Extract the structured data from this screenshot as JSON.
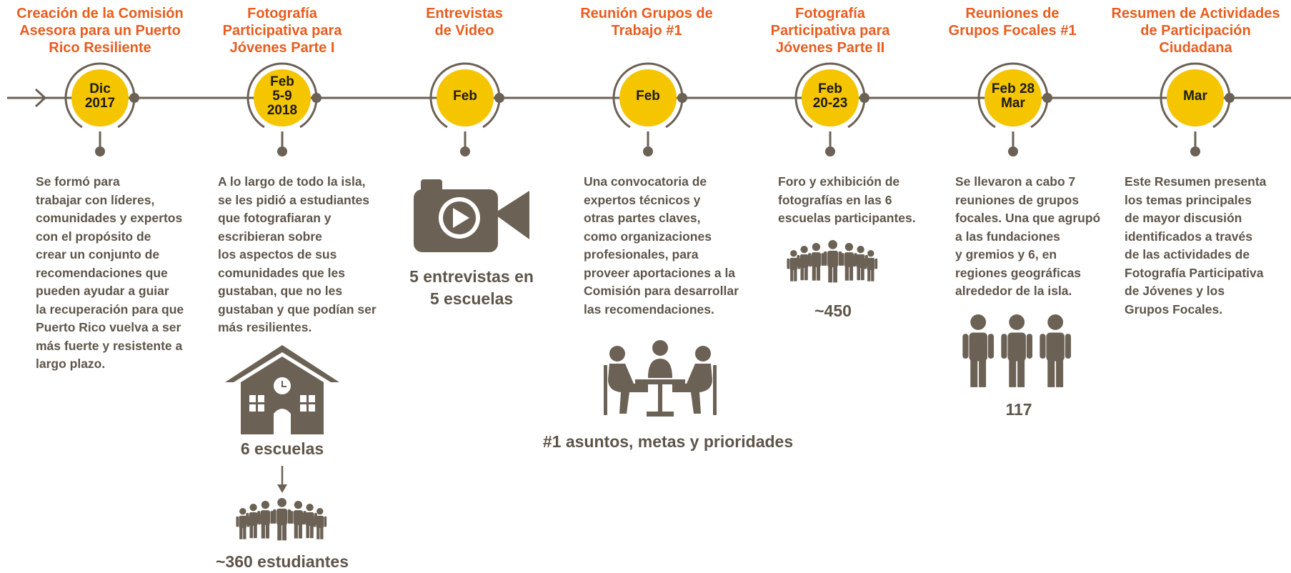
{
  "colors": {
    "accent": "#e85d1f",
    "circle": "#f5c500",
    "line": "#6b6155",
    "text": "#5e554a"
  },
  "events": [
    {
      "title": "Creación de la Comisión\nAsesora para un Puerto\nRico Resiliente",
      "date": "Dic\n2017",
      "description": "Se formó para\ntrabajar con líderes,\ncomunidades y expertos\ncon el propósito de\ncrear un conjunto de\nrecomendaciones que\npueden ayudar a guiar\nla recuperación para que\nPuerto Rico vuelva a ser\nmás fuerte y resistente a\nlargo plazo."
    },
    {
      "title": "Fotografía\nParticipativa para\nJóvenes Parte I",
      "date": "Feb\n5-9\n2018",
      "description": "A lo largo de todo la isla,\nse les pidió a estudiantes\nque fotografiaran y\nescribieran sobre\nlos aspectos de sus\ncomunidades que les\ngustaban, que no les\ngustaban y que podían ser\nmás resilientes.",
      "stat1": "6 escuelas",
      "stat2": "~360 estudiantes",
      "icon1": "school-icon",
      "icon2": "crowd-icon"
    },
    {
      "title": "Entrevistas\nde Video",
      "date": "Feb",
      "stat": "5 entrevistas en\n5 escuelas",
      "icon": "video-camera-icon"
    },
    {
      "title": "Reunión Grupos de\nTrabajo #1",
      "date": "Feb",
      "description": "Una convocatoria de\nexpertos técnicos y\notras partes claves,\ncomo organizaciones\nprofesionales, para\nproveer aportaciones a la\nComisión para desarrollar\nlas recomendaciones.",
      "stat": "#1 asuntos, metas y prioridades",
      "icon": "meeting-table-icon"
    },
    {
      "title": "Fotografía\nParticipativa para\nJóvenes Parte II",
      "date": "Feb\n20-23",
      "description": "Foro y exhibición de\nfotografías en las 6\nescuelas participantes.",
      "stat": "~450",
      "icon": "crowd-icon"
    },
    {
      "title": "Reuniones de\nGrupos Focales #1",
      "date": "Feb 28\nMar",
      "description": "Se llevaron a cabo 7\nreuniones de grupos\nfocales. Una que agrupó\na las fundaciones\ny gremios y 6, en\nregiones geográficas\nalrededor de la isla.",
      "stat": "117",
      "icon": "three-people-icon"
    },
    {
      "title": "Resumen de Actividades\nde Participación\nCiudadana",
      "date": "Mar",
      "description": "Este Resumen presenta\nlos temas principales\nde mayor discusión\nidentificados a través\nde las actividades de\nFotografía Participativa\nde Jóvenes y los\nGrupos Focales."
    }
  ]
}
